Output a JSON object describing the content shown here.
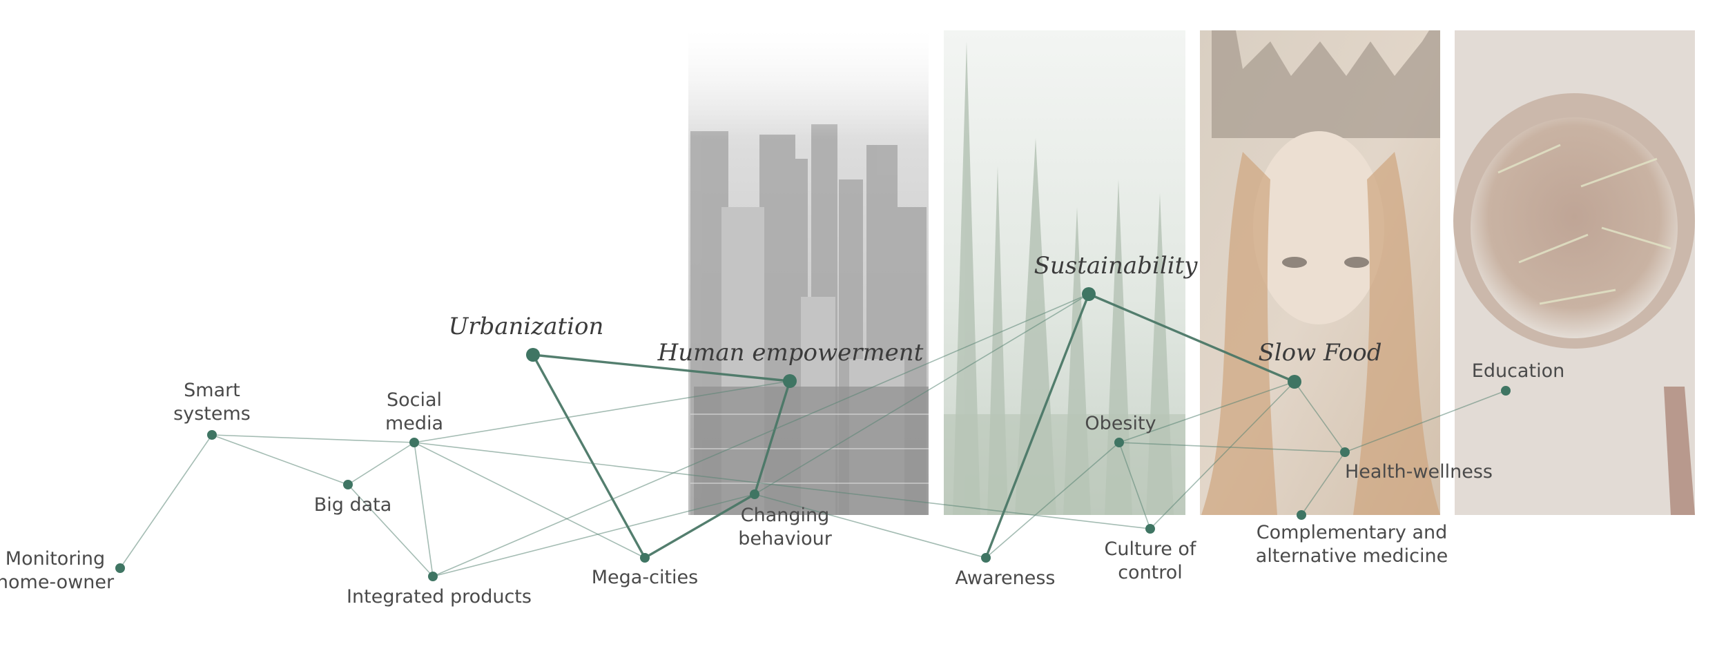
{
  "diagram": {
    "colors": {
      "edge": "#4a7766",
      "node": "#3f7563",
      "text": "#4a4a4a"
    },
    "panels": [
      {
        "id": "city",
        "subject": "city-skyline-image"
      },
      {
        "id": "forest",
        "subject": "misty-forest-image"
      },
      {
        "id": "woman",
        "subject": "crowned-woman-image"
      },
      {
        "id": "food",
        "subject": "food-dish-image"
      }
    ],
    "nodes": [
      {
        "id": "urbanization",
        "label": "Urbanization",
        "kind": "theme"
      },
      {
        "id": "human_empowerment",
        "label": "Human empowerment",
        "kind": "theme"
      },
      {
        "id": "sustainability",
        "label": "Sustainability",
        "kind": "theme"
      },
      {
        "id": "slow_food",
        "label": "Slow Food",
        "kind": "theme"
      },
      {
        "id": "smart_systems",
        "label": [
          "Smart",
          "systems"
        ],
        "kind": "trend"
      },
      {
        "id": "social_media",
        "label": [
          "Social",
          "media"
        ],
        "kind": "trend"
      },
      {
        "id": "big_data",
        "label": "Big data",
        "kind": "trend"
      },
      {
        "id": "monitoring",
        "label": [
          "Monitoring",
          "home-owner"
        ],
        "kind": "trend"
      },
      {
        "id": "integrated_products",
        "label": "Integrated products",
        "kind": "trend"
      },
      {
        "id": "mega_cities",
        "label": "Mega-cities",
        "kind": "trend"
      },
      {
        "id": "changing_behaviour",
        "label": [
          "Changing",
          "behaviour"
        ],
        "kind": "trend"
      },
      {
        "id": "awareness",
        "label": "Awareness",
        "kind": "trend"
      },
      {
        "id": "obesity",
        "label": "Obesity",
        "kind": "trend"
      },
      {
        "id": "culture_of_control",
        "label": [
          "Culture of",
          "control"
        ],
        "kind": "trend"
      },
      {
        "id": "health_wellness",
        "label": "Health-wellness",
        "kind": "trend"
      },
      {
        "id": "complementary",
        "label": [
          "Complementary and",
          "alternative medicine"
        ],
        "kind": "trend"
      },
      {
        "id": "education",
        "label": "Education",
        "kind": "trend"
      }
    ],
    "edges": [
      {
        "from": "urbanization",
        "to": "human_empowerment",
        "kind": "major"
      },
      {
        "from": "urbanization",
        "to": "mega_cities",
        "kind": "major"
      },
      {
        "from": "human_empowerment",
        "to": "changing_behaviour",
        "kind": "major"
      },
      {
        "from": "mega_cities",
        "to": "changing_behaviour",
        "kind": "major"
      },
      {
        "from": "sustainability",
        "to": "slow_food",
        "kind": "major"
      },
      {
        "from": "sustainability",
        "to": "awareness",
        "kind": "major"
      },
      {
        "from": "smart_systems",
        "to": "monitoring",
        "kind": "minor"
      },
      {
        "from": "smart_systems",
        "to": "big_data",
        "kind": "minor"
      },
      {
        "from": "smart_systems",
        "to": "social_media",
        "kind": "minor"
      },
      {
        "from": "big_data",
        "to": "social_media",
        "kind": "minor"
      },
      {
        "from": "big_data",
        "to": "integrated_products",
        "kind": "minor"
      },
      {
        "from": "social_media",
        "to": "integrated_products",
        "kind": "minor"
      },
      {
        "from": "social_media",
        "to": "mega_cities",
        "kind": "minor"
      },
      {
        "from": "social_media",
        "to": "human_empowerment",
        "kind": "minor"
      },
      {
        "from": "social_media",
        "to": "culture_of_control",
        "kind": "minor"
      },
      {
        "from": "integrated_products",
        "to": "sustainability",
        "kind": "minor"
      },
      {
        "from": "integrated_products",
        "to": "changing_behaviour",
        "kind": "minor"
      },
      {
        "from": "changing_behaviour",
        "to": "sustainability",
        "kind": "minor"
      },
      {
        "from": "changing_behaviour",
        "to": "awareness",
        "kind": "minor"
      },
      {
        "from": "awareness",
        "to": "obesity",
        "kind": "minor"
      },
      {
        "from": "obesity",
        "to": "culture_of_control",
        "kind": "minor"
      },
      {
        "from": "obesity",
        "to": "slow_food",
        "kind": "minor"
      },
      {
        "from": "obesity",
        "to": "health_wellness",
        "kind": "minor"
      },
      {
        "from": "culture_of_control",
        "to": "slow_food",
        "kind": "minor"
      },
      {
        "from": "slow_food",
        "to": "health_wellness",
        "kind": "minor"
      },
      {
        "from": "health_wellness",
        "to": "complementary",
        "kind": "minor"
      },
      {
        "from": "health_wellness",
        "to": "education",
        "kind": "minor"
      }
    ]
  }
}
